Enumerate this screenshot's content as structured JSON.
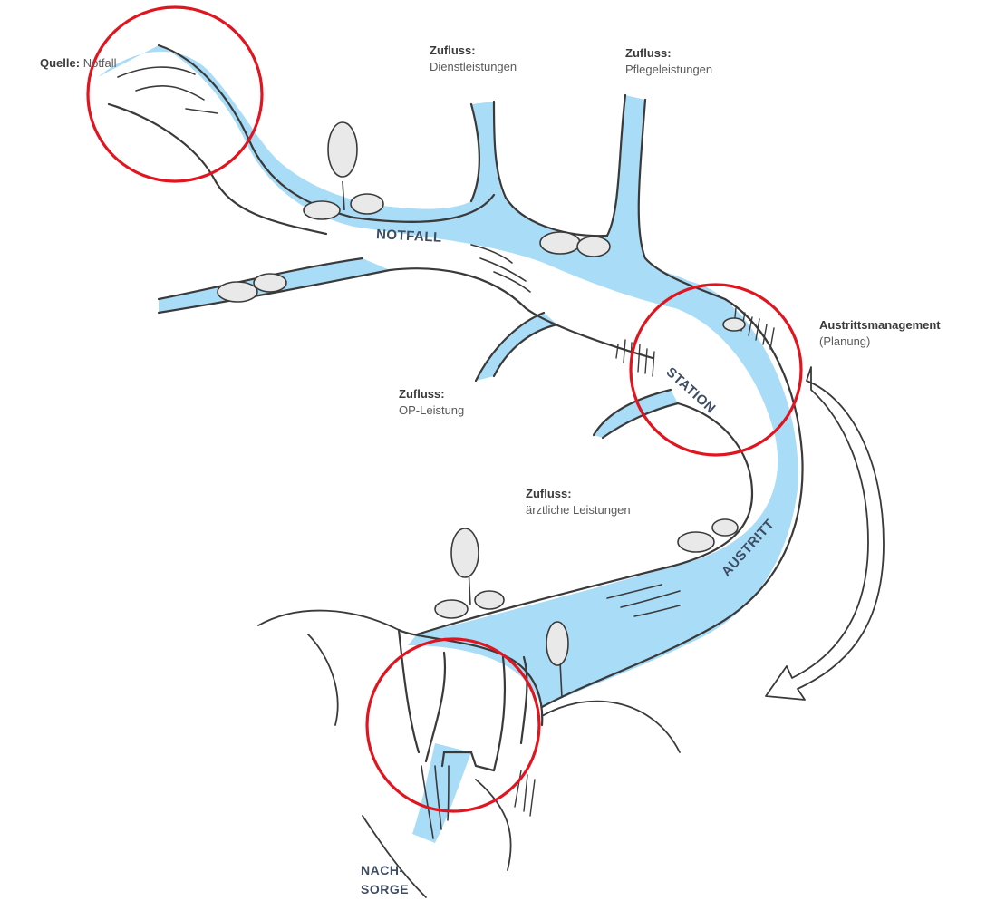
{
  "labels": {
    "quelle": {
      "key": "Quelle:",
      "value": "Notfall"
    },
    "zufluss_dienst": {
      "key": "Zufluss:",
      "value": "Dienstleistungen"
    },
    "zufluss_pflege": {
      "key": "Zufluss:",
      "value": "Pflegeleistungen"
    },
    "zufluss_op": {
      "key": "Zufluss:",
      "value": "OP-Leistung"
    },
    "zufluss_aerztlich": {
      "key": "Zufluss:",
      "value": "ärztliche Leistungen"
    },
    "austritt_mgmt": {
      "key": "Austrittsmanagement",
      "value": "(Planung)"
    }
  },
  "river_labels": {
    "notfall": "NOTFALL",
    "station": "STATION",
    "austritt": "AUSTRITT",
    "nachsorge_1": "NACH-",
    "nachsorge_2": "SORGE"
  },
  "colors": {
    "river": "#a9dcf6",
    "outline": "#3a3a3a",
    "highlight_circle": "#e0151f",
    "text": "#4a4a4a"
  },
  "highlight_circles": [
    "source",
    "station",
    "nachsorge-waterfall"
  ]
}
